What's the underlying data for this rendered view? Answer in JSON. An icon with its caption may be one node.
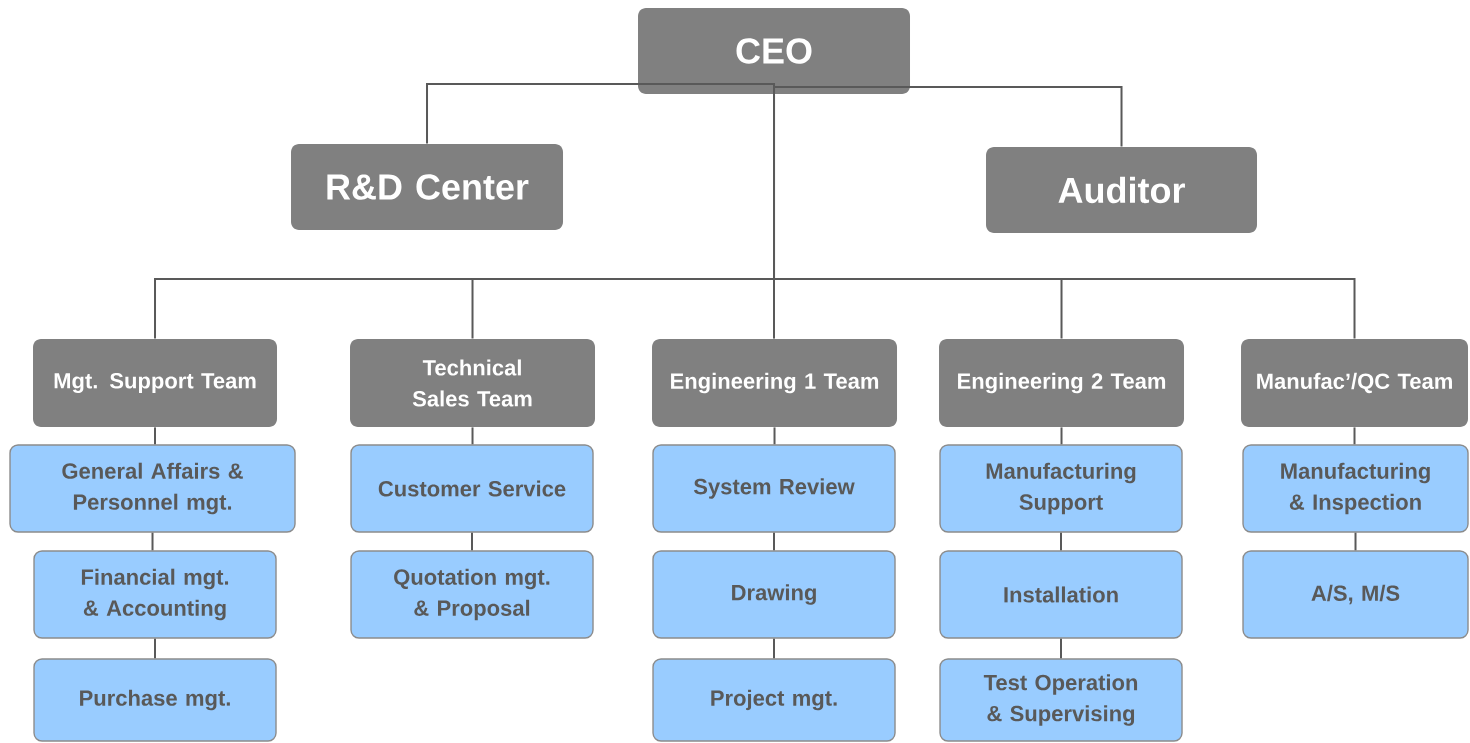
{
  "diagram": {
    "nodes": [
      {
        "text": [
          "CEO"
        ]
      },
      {
        "text": [
          "R&D Center"
        ]
      },
      {
        "text": [
          "Auditor"
        ]
      },
      {
        "text": [
          "Mgt. Support Team"
        ]
      },
      {
        "text": [
          "Technical Sales Team"
        ]
      },
      {
        "text": [
          "Engineering 1 Team"
        ]
      },
      {
        "text": [
          "Engineering 2 Team"
        ]
      },
      {
        "text": [
          "Manufac’/QC Team"
        ]
      },
      {
        "text": [
          "General Affairs & Personnel mgt."
        ]
      },
      {
        "text": [
          "Financial mgt. & Accounting"
        ]
      },
      {
        "text": [
          "Purchase mgt."
        ]
      },
      {
        "text": [
          "Customer Service"
        ]
      },
      {
        "text": [
          "Quotation mgt. & Proposal"
        ]
      },
      {
        "text": [
          "System Review"
        ]
      },
      {
        "text": [
          "Drawing"
        ]
      },
      {
        "text": [
          "Project mgt."
        ]
      },
      {
        "text": [
          "Manufacturing Support"
        ]
      },
      {
        "text": [
          "Installation"
        ]
      },
      {
        "text": [
          "Test Operation & Supervising"
        ]
      },
      {
        "text": [
          "Manufacturing & Inspection"
        ]
      },
      {
        "text": [
          "A/S, M/S"
        ]
      }
    ],
    "edges": [
      {
        "from": 0,
        "to": 1,
        "arrow": "none"
      },
      {
        "from": 0,
        "to": 2,
        "arrow": "none"
      },
      {
        "from": 0,
        "to": 3,
        "arrow": "none"
      },
      {
        "from": 0,
        "to": 4,
        "arrow": "none"
      },
      {
        "from": 0,
        "to": 5,
        "arrow": "none"
      },
      {
        "from": 0,
        "to": 6,
        "arrow": "none"
      },
      {
        "from": 0,
        "to": 7,
        "arrow": "none"
      },
      {
        "from": 3,
        "to": 8,
        "arrow": "none"
      },
      {
        "from": 8,
        "to": 9,
        "arrow": "none"
      },
      {
        "from": 9,
        "to": 10,
        "arrow": "none"
      },
      {
        "from": 4,
        "to": 11,
        "arrow": "none"
      },
      {
        "from": 11,
        "to": 12,
        "arrow": "none"
      },
      {
        "from": 5,
        "to": 13,
        "arrow": "none"
      },
      {
        "from": 13,
        "to": 14,
        "arrow": "none"
      },
      {
        "from": 14,
        "to": 15,
        "arrow": "none"
      },
      {
        "from": 6,
        "to": 16,
        "arrow": "none"
      },
      {
        "from": 16,
        "to": 17,
        "arrow": "none"
      },
      {
        "from": 17,
        "to": 18,
        "arrow": "none"
      },
      {
        "from": 7,
        "to": 19,
        "arrow": "none"
      },
      {
        "from": 19,
        "to": 20,
        "arrow": "none"
      }
    ]
  }
}
